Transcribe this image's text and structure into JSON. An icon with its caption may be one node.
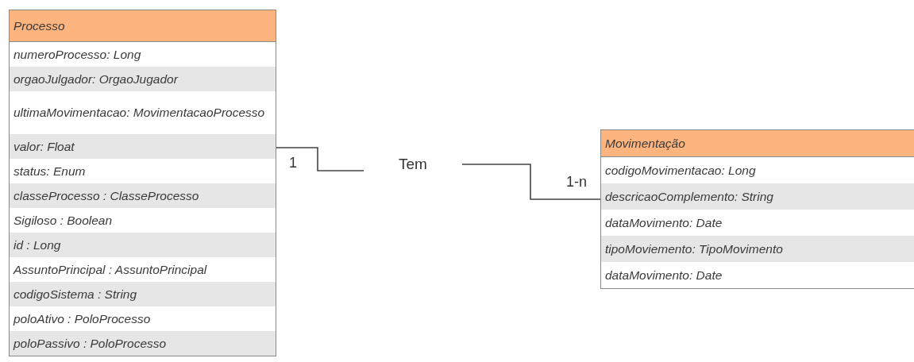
{
  "diagram": {
    "nodes": [
      {
        "text": [
          "Processo",
          "numeroProcesso: Long",
          "orgaoJulgador: OrgaoJugador",
          "ultimaMovimentacao: MovimentacaoProcesso",
          "valor: Float",
          "status: Enum",
          "classeProcesso : ClasseProcesso",
          "Sigiloso : Boolean",
          "id : Long",
          "AssuntoPrincipal : AssuntoPrincipal",
          "codigoSistema : String",
          "poloAtivo : PoloProcesso",
          "poloPassivo : PoloProcesso"
        ]
      },
      {
        "text": [
          "Tem"
        ]
      },
      {
        "text": [
          "Movimentação",
          "codigoMovimentacao: Long",
          "descricaoComplemento: String",
          "dataMovimento: Date",
          "tipoMoviemento: TipoMovimento",
          "dataMovimento: Date"
        ]
      }
    ],
    "edges": [
      {
        "from": 0,
        "to": 1,
        "arrow": "none",
        "label": "1"
      },
      {
        "from": 1,
        "to": 2,
        "arrow": "none",
        "label": "1-n"
      }
    ]
  }
}
